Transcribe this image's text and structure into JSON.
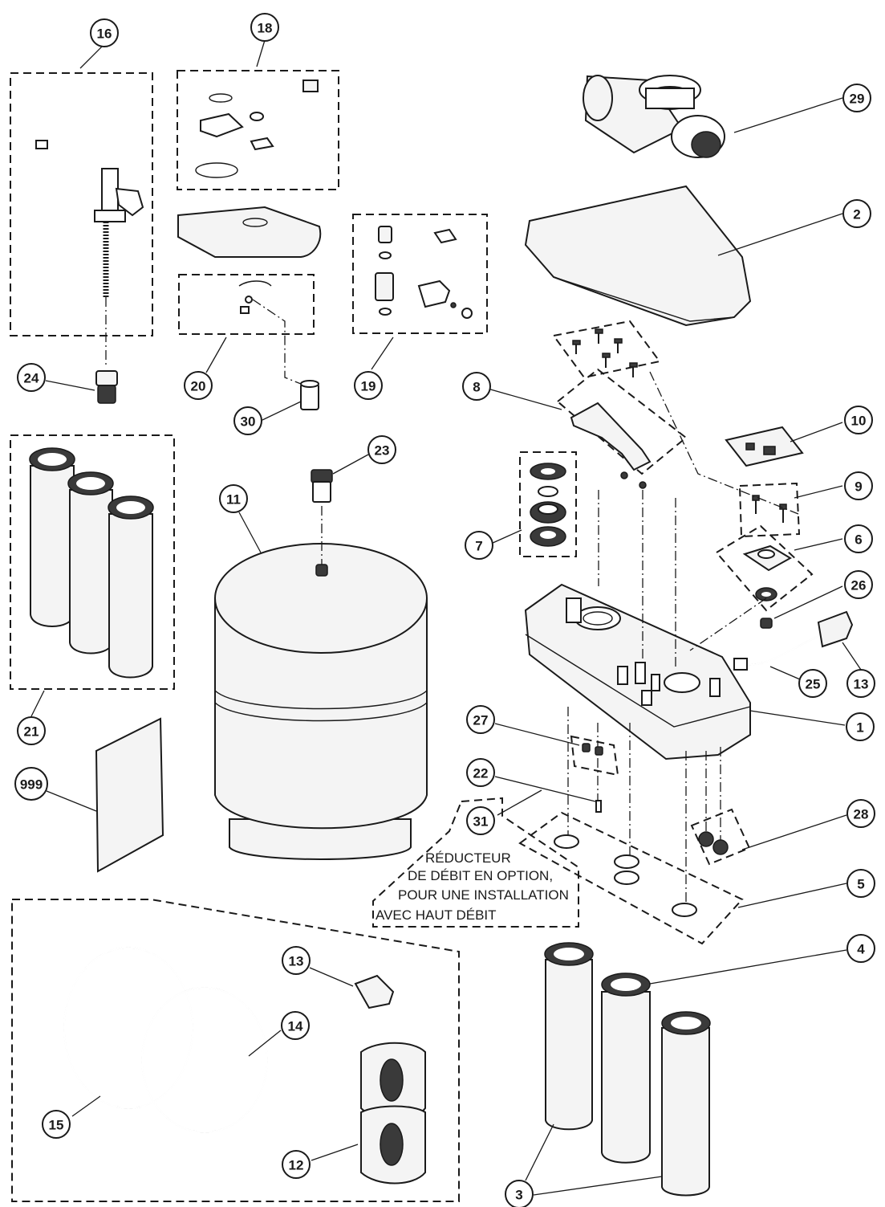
{
  "callouts": [
    "16",
    "18",
    "29",
    "2",
    "24",
    "20",
    "30",
    "19",
    "8",
    "10",
    "9",
    "7",
    "6",
    "26",
    "25",
    "13",
    "1",
    "23",
    "11",
    "21",
    "27",
    "22",
    "31",
    "28",
    "999",
    "5",
    "4",
    "13",
    "14",
    "15",
    "12",
    "3"
  ],
  "note": {
    "line1": "RÉDUCTEUR",
    "line2": "DE DÉBIT EN OPTION,",
    "line3": "POUR UNE INSTALLATION",
    "line4": "AVEC HAUT DÉBIT"
  }
}
